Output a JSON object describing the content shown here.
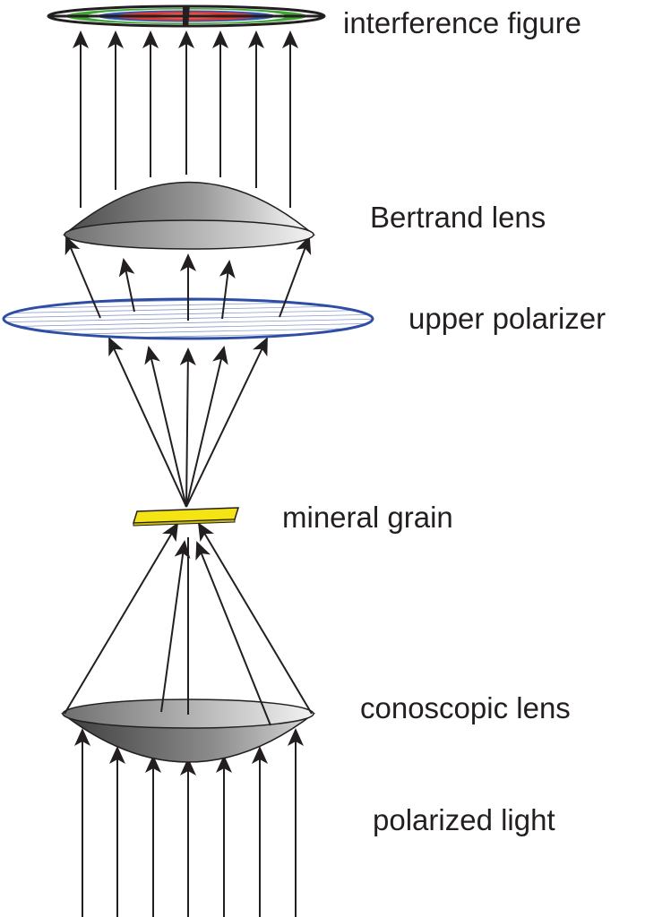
{
  "labels": {
    "interference_figure": "interference figure",
    "bertrand_lens": "Bertrand lens",
    "upper_polarizer": "upper polarizer",
    "mineral_grain": "mineral grain",
    "conoscopic_lens": "conoscopic lens",
    "polarized_light": "polarized light"
  },
  "colors": {
    "ink": "#231f20",
    "polarizer_ring": "#2e4ea6",
    "polarizer_hatch": "#8a9bc7",
    "grain_fill": "#f5e414",
    "figure_red": "#e03a2f",
    "figure_green": "#3fa535",
    "figure_blue": "#2f56b0"
  }
}
